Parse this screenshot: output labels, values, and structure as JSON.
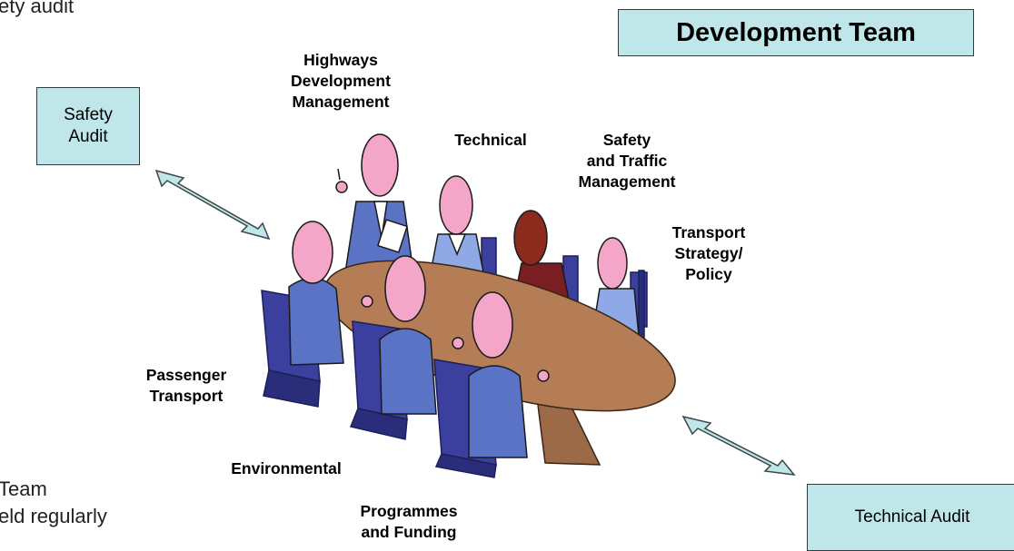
{
  "fragments": {
    "top_left": "ety audit",
    "bottom_left": "Team\neld regularly"
  },
  "boxes": {
    "development_team": "Development Team",
    "safety_audit": "Safety\nAudit",
    "technical_audit": "Technical Audit"
  },
  "roles": {
    "highways": "Highways\nDevelopment\nManagement",
    "technical": "Technical",
    "safety_traffic": "Safety\nand Traffic\nManagement",
    "transport_strategy": "Transport\nStrategy/\nPolicy",
    "passenger_transport": "Passenger\nTransport",
    "environmental": "Environmental",
    "programmes_funding": "Programmes\nand Funding"
  },
  "colors": {
    "box_fill": "#bfe7ea",
    "arrow_fill": "#bfe7ea",
    "table": "#b57d55",
    "chair": "#3b3f9e",
    "skin": "#f4a6c8",
    "suit": "#5b73c4"
  }
}
